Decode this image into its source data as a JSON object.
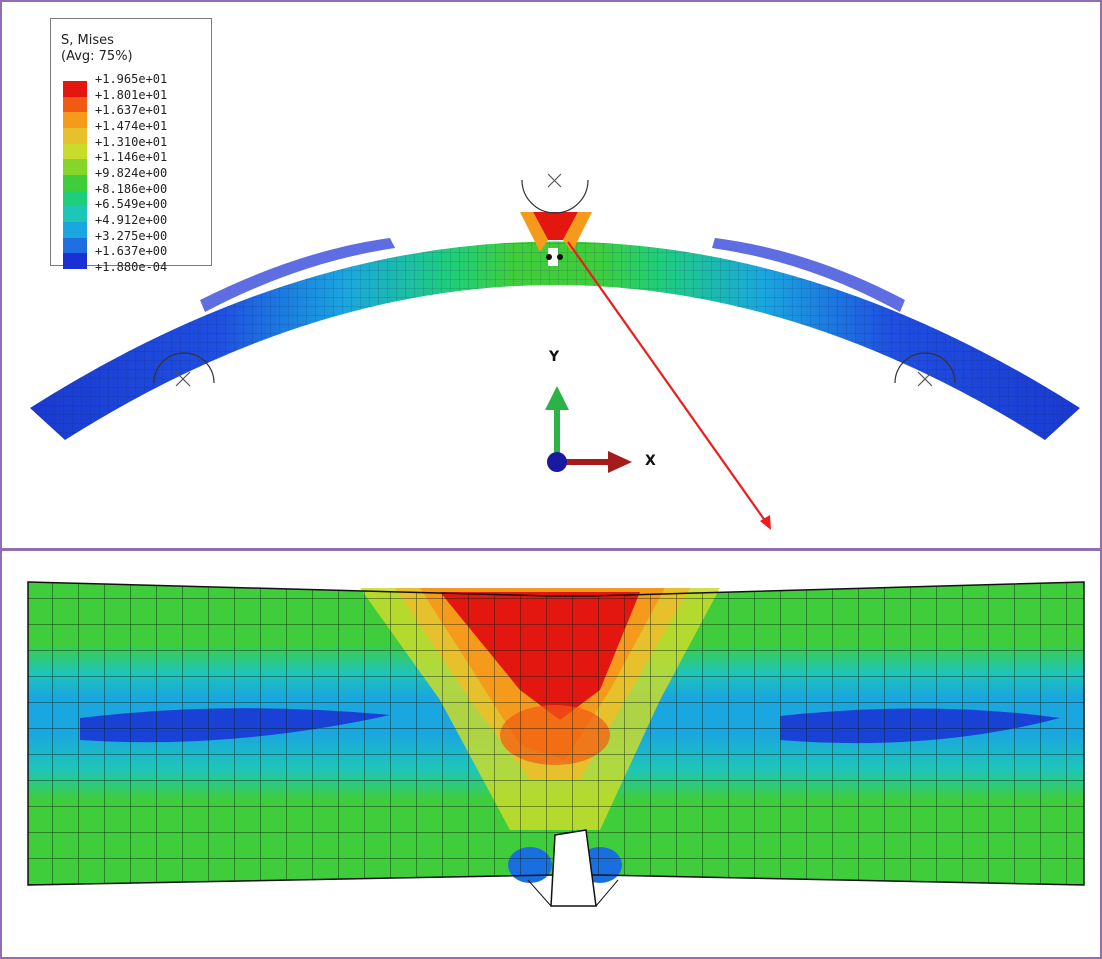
{
  "legend": {
    "title": "S, Mises",
    "subtitle": "(Avg: 75%)",
    "levels": [
      "+1.965e+01",
      "+1.801e+01",
      "+1.637e+01",
      "+1.474e+01",
      "+1.310e+01",
      "+1.146e+01",
      "+9.824e+00",
      "+8.186e+00",
      "+6.549e+00",
      "+4.912e+00",
      "+3.275e+00",
      "+1.637e+00",
      "+1.880e-04"
    ],
    "colors": [
      "#e3170f",
      "#f25a14",
      "#f59a1a",
      "#e7c12b",
      "#c9dc2c",
      "#86d52b",
      "#3fcd3b",
      "#1fce7a",
      "#1ec6b7",
      "#1aa6df",
      "#1f6fe2",
      "#1a2fd4"
    ]
  },
  "triad": {
    "y_label": "Y",
    "x_label": "X"
  },
  "colors": {
    "frame": "#8e6fb4",
    "beam_blue": "#1a3ad0",
    "callout_arrow": "#ee1c1c"
  }
}
